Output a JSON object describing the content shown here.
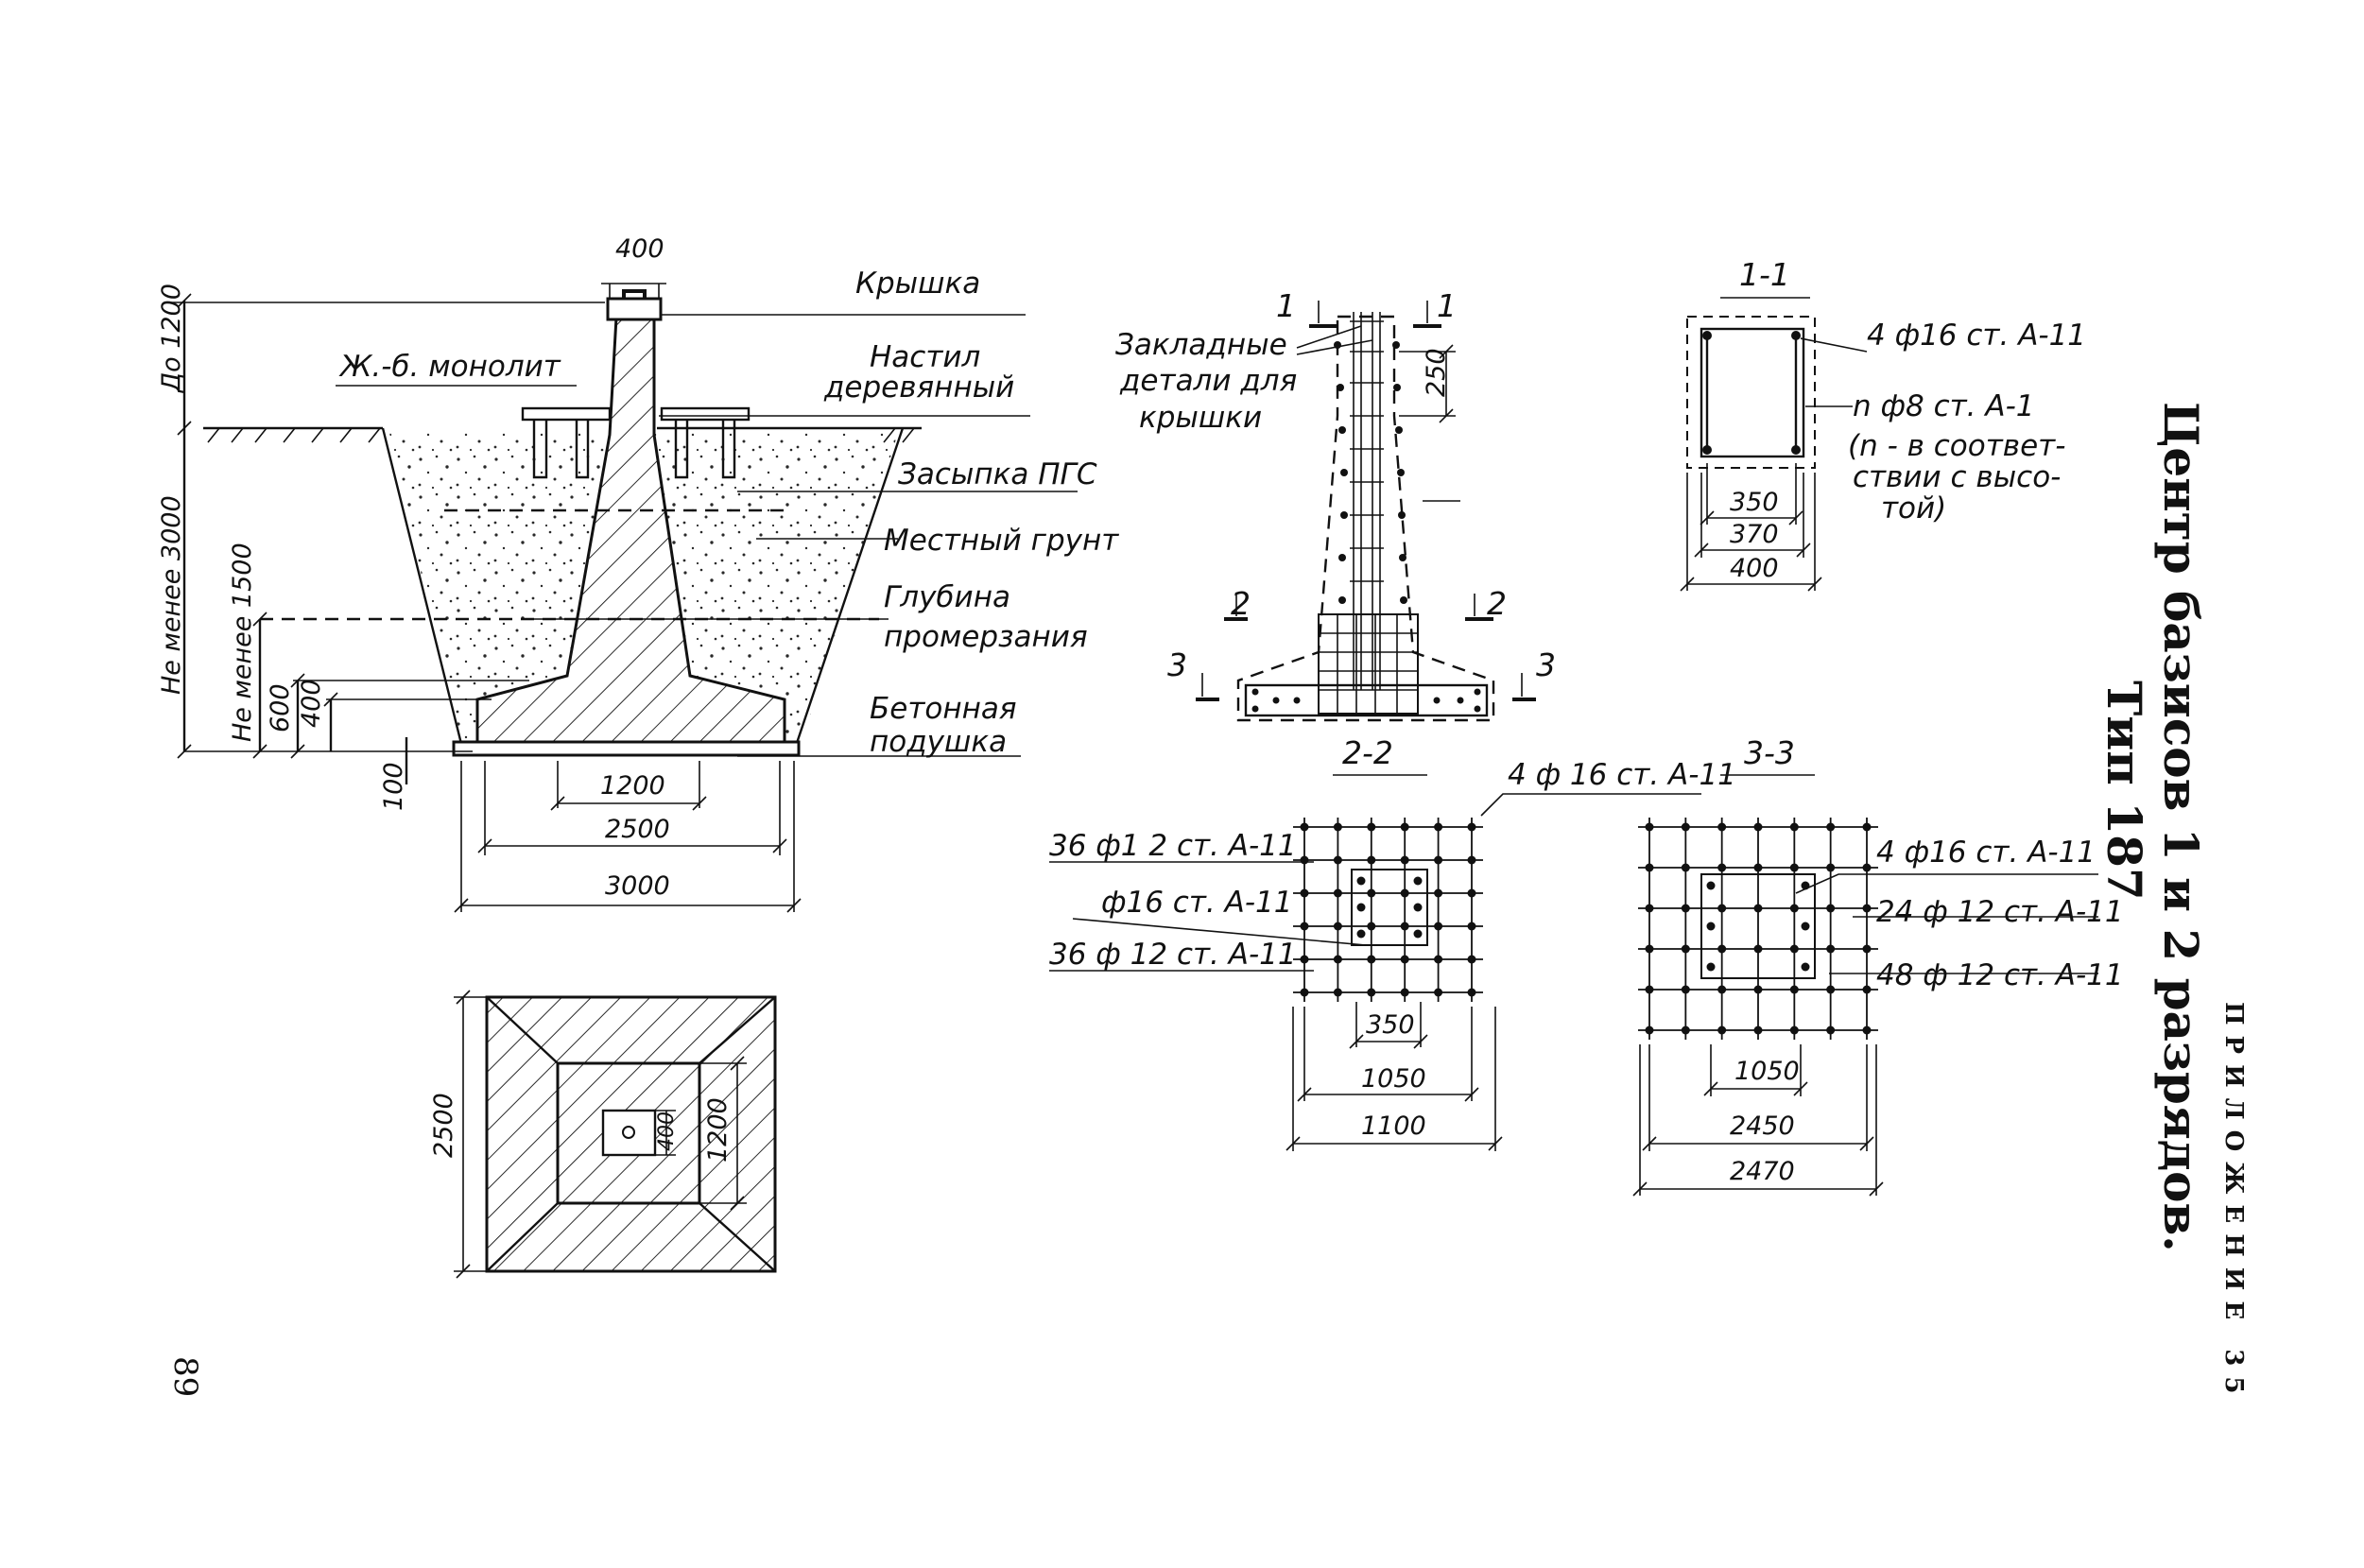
{
  "appendix": "ПРИЛОЖЕНИЕ 35",
  "title_line1": "Центр базисов 1 и 2 разрядов.",
  "title_line2": "Тип 187",
  "page_number": "89",
  "elevation": {
    "labels": {
      "cover": "Крышка",
      "deck_1": "Настил",
      "deck_2": "деревянный",
      "monolith": "Ж.-б. монолит",
      "backfill": "Засыпка ПГС",
      "soil": "Местный грунт",
      "frost_1": "Глубина",
      "frost_2": "промерзания",
      "pad_1": "Бетонная",
      "pad_2": "подушка"
    },
    "dims": {
      "top_width": "400",
      "up_to": "До 1200",
      "min3000": "Не менее 3000",
      "min1500": "Не менее 1500",
      "d600": "600",
      "d400": "400",
      "d100": "100",
      "w1200": "1200",
      "w2500": "2500",
      "w3000": "3000"
    }
  },
  "plan": {
    "dims": {
      "side": "2500",
      "inner": "1200",
      "center": "400"
    }
  },
  "rebar_elevation": {
    "embedded_1": "Закладные",
    "embedded_2": "детали для",
    "embedded_3": "крышки",
    "dim250": "250",
    "cuts": [
      "1",
      "1",
      "2",
      "2",
      "3",
      "3"
    ]
  },
  "section_1_1": {
    "title": "1-1",
    "rebar_main": "4 ф16 ст. А-11",
    "rebar_ties": "n ф8   ст. А-1",
    "note_1": "(n - в соответ-",
    "note_2": "ствии с высо-",
    "note_3": "той)",
    "dims": [
      "350",
      "370",
      "400"
    ]
  },
  "section_2_2": {
    "title": "2-2",
    "rebar_top": "4 ф 16 ст. А-11",
    "rebar_a": "36 ф1 2 ст. А-11",
    "rebar_b": "ф16 ст. А-11",
    "rebar_c": "36 ф 12 ст. А-11",
    "dims": [
      "350",
      "1050",
      "1100"
    ]
  },
  "section_3_3": {
    "title": "3-3",
    "rebar_a": "4 ф16 ст. А-11",
    "rebar_b": "24 ф 12 ст. А-11",
    "rebar_c": "48 ф 12 ст. А-11",
    "dims": [
      "1050",
      "2450",
      "2470"
    ]
  }
}
